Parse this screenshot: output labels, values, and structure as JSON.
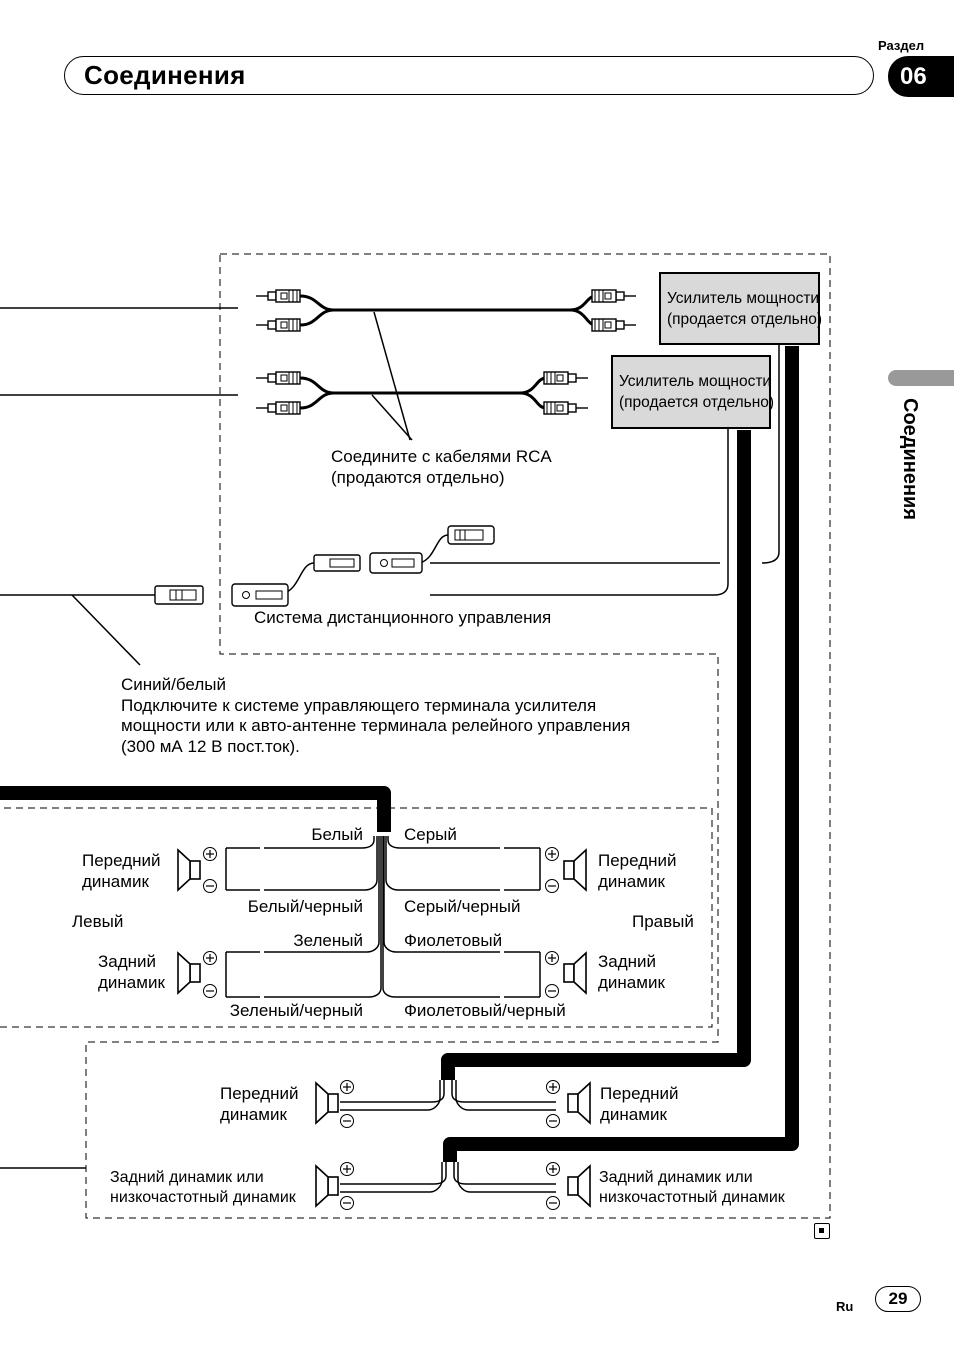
{
  "header": {
    "section_label": "Раздел",
    "section_number": "06",
    "page_title": "Соединения",
    "side_title": "Соединения"
  },
  "amplifiers": {
    "top_line1": "Усилитель мощности",
    "top_line2": "(продается отдельно)",
    "bottom_line1": "Усилитель мощности",
    "bottom_line2": "(продается отдельно)"
  },
  "rca_note": {
    "line1": "Соедините с кабелями RCA",
    "line2": "(продаются отдельно)"
  },
  "remote": {
    "label": "Система дистанционного управления"
  },
  "blue_white": {
    "line1": "Синий/белый",
    "line2": "Подключите к системе управляющего терминала усилителя",
    "line3": "мощности или к авто-антенне терминала релейного управления",
    "line4": "(300 мА  12 В пост.ток)."
  },
  "wires": {
    "white": "Белый",
    "white_black": "Белый/черный",
    "green": "Зеленый",
    "green_black": "Зеленый/черный",
    "gray": "Серый",
    "gray_black": "Серый/черный",
    "violet": "Фиолетовый",
    "violet_black": "Фиолетовый/черный"
  },
  "speakers": {
    "left": "Левый",
    "right": "Правый",
    "front_l1": "Передний",
    "front_l2": "динамик",
    "rear_l1": "Задний",
    "rear_l2": "динамик",
    "amp_front_left_l1": "Передний",
    "amp_front_left_l2": "динамик",
    "amp_front_right_l1": "Передний",
    "amp_front_right_l2": "динамик",
    "amp_rear_left_l1": "Задний динамик или",
    "amp_rear_left_l2": "низкочастотный динамик",
    "amp_rear_right_l1": "Задний динамик или",
    "amp_rear_right_l2": "низкочастотный динамик"
  },
  "footer": {
    "lang": "Ru",
    "page_number": "29"
  }
}
